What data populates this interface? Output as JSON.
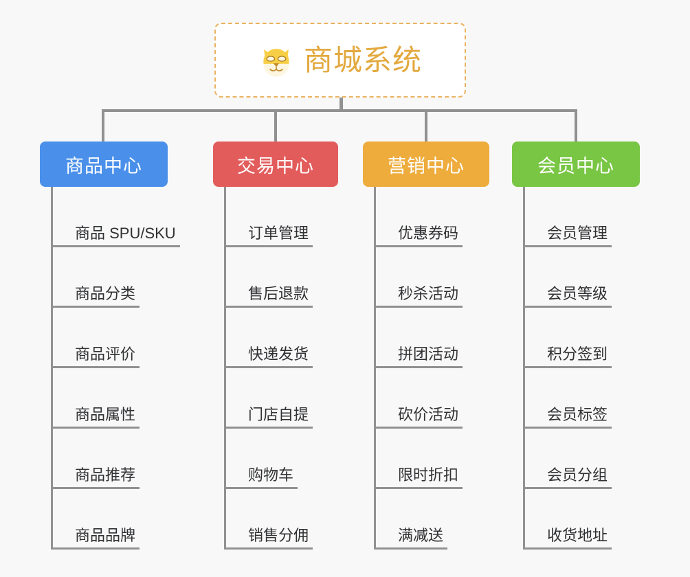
{
  "background_color": "#f8f8f8",
  "root": {
    "title": "商城系统",
    "icon": "shiba-dog-face-icon",
    "text_color": "#e3a93f",
    "border_color": "#eab361",
    "fill_color": "#ffffff"
  },
  "connector_color": "#919191",
  "columns": [
    {
      "id": "product-center",
      "title": "商品中心",
      "color": "#4a90ea",
      "items": [
        "商品 SPU/SKU",
        "商品分类",
        "商品评价",
        "商品属性",
        "商品推荐",
        "商品品牌"
      ]
    },
    {
      "id": "trade-center",
      "title": "交易中心",
      "color": "#e35c5c",
      "items": [
        "订单管理",
        "售后退款",
        "快递发货",
        "门店自提",
        "购物车",
        "销售分佣"
      ]
    },
    {
      "id": "marketing-center",
      "title": "营销中心",
      "color": "#eeac3d",
      "items": [
        "优惠券码",
        "秒杀活动",
        "拼团活动",
        "砍价活动",
        "限时折扣",
        "满减送"
      ]
    },
    {
      "id": "member-center",
      "title": "会员中心",
      "color": "#79c645",
      "items": [
        "会员管理",
        "会员等级",
        "积分签到",
        "会员标签",
        "会员分组",
        "收货地址"
      ]
    }
  ]
}
